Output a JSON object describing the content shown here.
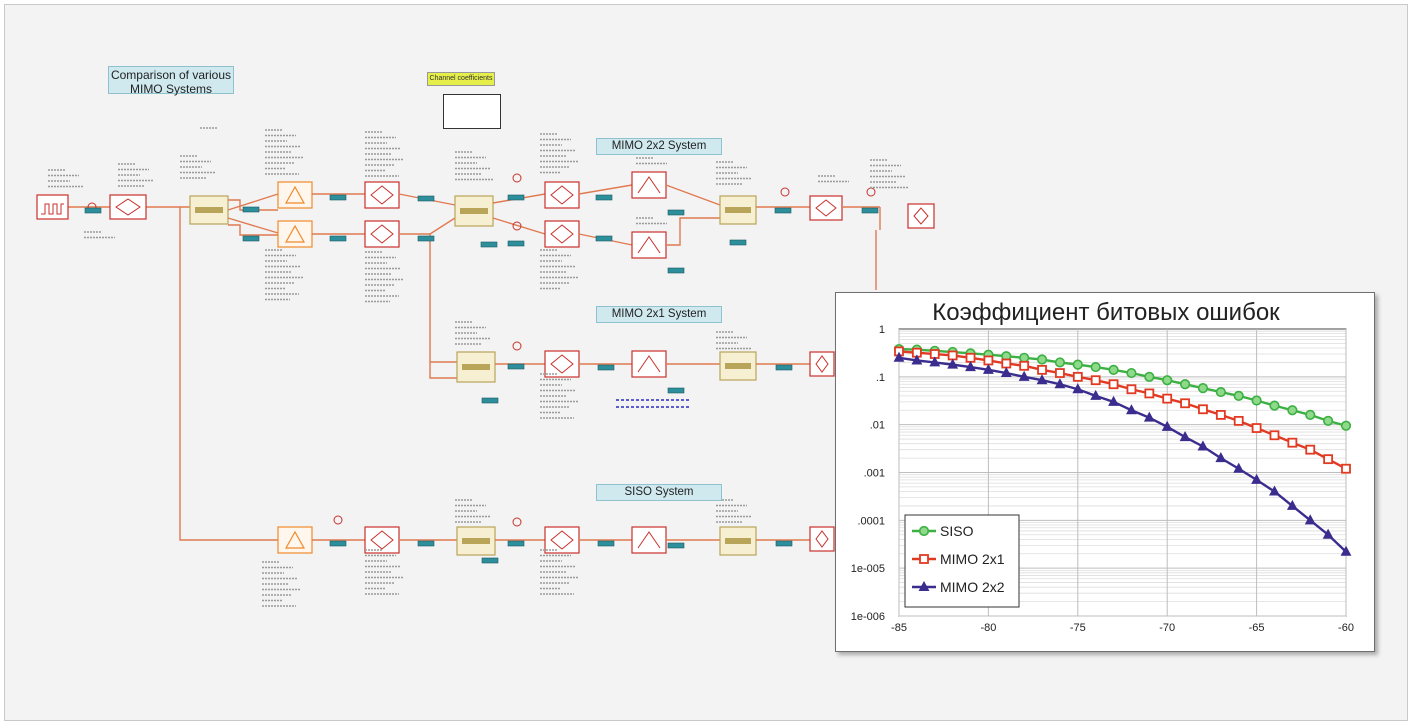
{
  "diagram": {
    "title": "Comparison of various MIMO Systems",
    "systems": {
      "mimo_2x2": "MIMO 2x2 System",
      "mimo_2x1": "MIMO 2x1 System",
      "siso": "SISO System"
    },
    "channel_note": "Channel coefficients"
  },
  "colors": {
    "wire": "#e07a50",
    "block_red": "#c9302c",
    "block_orange": "#f08a2a",
    "block_olive": "#b8a55a",
    "probe_teal": "#2e8f9c",
    "label_bg": "#cfe9ef",
    "siso": "#3cb043",
    "mimo_2x1": "#e23a22",
    "mimo_2x2": "#3b2d8e"
  },
  "chart_data": {
    "type": "line",
    "title": "Коэффициент битовых ошибок",
    "xlabel": "",
    "ylabel": "",
    "y_scale": "log",
    "xlim": [
      -85,
      -60
    ],
    "ylim": [
      1e-06,
      1
    ],
    "x_ticks": [
      "-85",
      "-80",
      "-75",
      "-70",
      "-65",
      "-60"
    ],
    "y_ticks": [
      "1",
      ".1",
      ".01",
      ".001",
      ".0001",
      "1e-005",
      "1e-006"
    ],
    "grid": true,
    "legend_position": "bottom-left",
    "x": [
      -85,
      -84,
      -83,
      -82,
      -81,
      -80,
      -79,
      -78,
      -77,
      -76,
      -75,
      -74,
      -73,
      -72,
      -71,
      -70,
      -69,
      -68,
      -67,
      -66,
      -65,
      -64,
      -63,
      -62,
      -61,
      -60
    ],
    "series": [
      {
        "name": "SISO",
        "color": "#3cb043",
        "marker": "circle",
        "values": [
          0.38,
          0.37,
          0.35,
          0.33,
          0.31,
          0.29,
          0.27,
          0.25,
          0.23,
          0.2,
          0.18,
          0.16,
          0.14,
          0.12,
          0.1,
          0.085,
          0.07,
          0.058,
          0.048,
          0.04,
          0.032,
          0.025,
          0.02,
          0.016,
          0.012,
          0.0095
        ]
      },
      {
        "name": "MIMO 2x1",
        "color": "#e23a22",
        "marker": "square",
        "values": [
          0.34,
          0.32,
          0.3,
          0.28,
          0.25,
          0.22,
          0.19,
          0.17,
          0.14,
          0.12,
          0.1,
          0.085,
          0.07,
          0.055,
          0.045,
          0.035,
          0.028,
          0.021,
          0.016,
          0.012,
          0.0085,
          0.006,
          0.0042,
          0.003,
          0.0019,
          0.0012
        ]
      },
      {
        "name": "MIMO 2x2",
        "color": "#3b2d8e",
        "marker": "triangle",
        "values": [
          0.25,
          0.22,
          0.2,
          0.18,
          0.16,
          0.14,
          0.12,
          0.1,
          0.085,
          0.07,
          0.055,
          0.04,
          0.03,
          0.02,
          0.014,
          0.009,
          0.0055,
          0.0035,
          0.002,
          0.0012,
          0.0007,
          0.0004,
          0.0002,
          0.0001,
          5e-05,
          2.2e-05
        ]
      }
    ]
  }
}
